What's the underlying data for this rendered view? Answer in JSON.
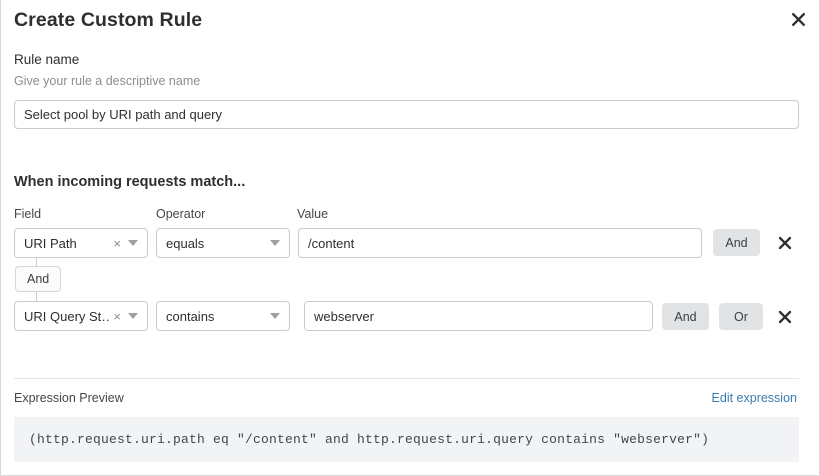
{
  "dialog": {
    "title": "Create Custom Rule",
    "close_icon": "close-icon"
  },
  "rule_name": {
    "label": "Rule name",
    "help": "Give your rule a descriptive name",
    "value": "Select pool by URI path and query",
    "placeholder": "Rule name"
  },
  "conditions": {
    "heading": "When incoming requests match...",
    "columns": {
      "field": "Field",
      "operator": "Operator",
      "value": "Value"
    },
    "connector": {
      "label": "And"
    },
    "rows": [
      {
        "field": "URI Path",
        "field_clear": "×",
        "operator": "equals",
        "value": "/content",
        "value_placeholder": "Value",
        "buttons": [
          "And"
        ],
        "remove_icon": "close-icon"
      },
      {
        "field": "URI Query St…",
        "field_clear": "×",
        "operator": "contains",
        "value": "webserver",
        "value_placeholder": "Value",
        "buttons": [
          "And",
          "Or"
        ],
        "remove_icon": "close-icon"
      }
    ]
  },
  "expression": {
    "label": "Expression Preview",
    "edit_link": "Edit expression",
    "code": "(http.request.uri.path eq \"/content\" and http.request.uri.query contains \"webserver\")"
  },
  "colors": {
    "accent_link": "#3b7cb0",
    "border": "#c9ccce",
    "button_bg": "#e2e3e5",
    "code_bg": "#f2f3f4",
    "text": "#2e2f31",
    "muted": "#8a8d91"
  }
}
